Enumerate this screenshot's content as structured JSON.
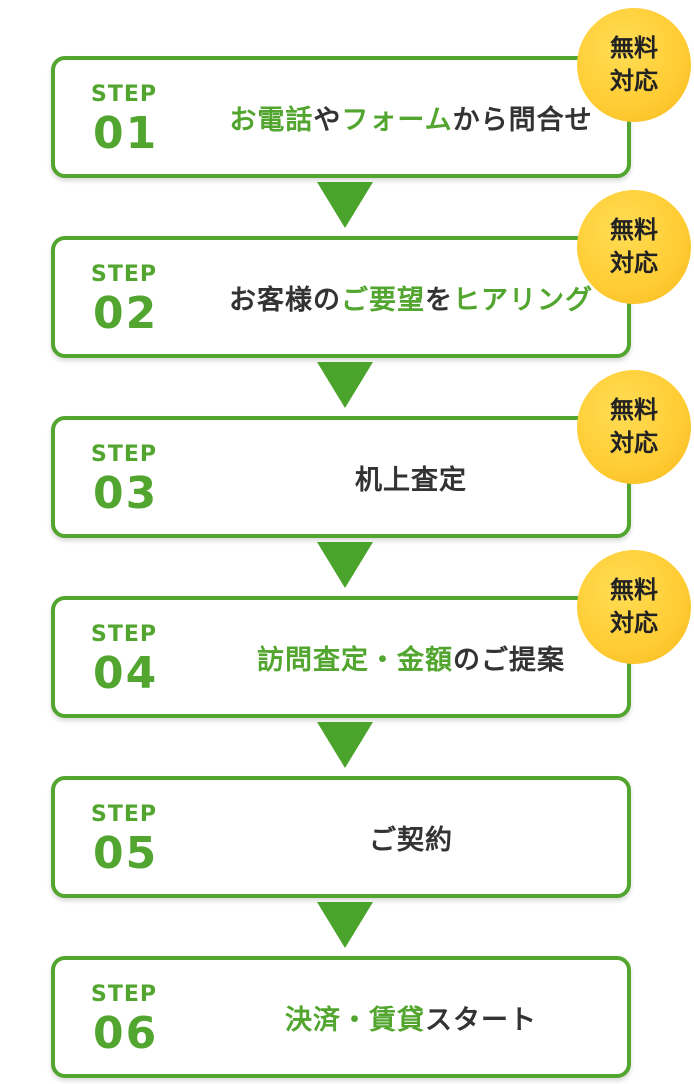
{
  "steps": [
    {
      "label": "STEP",
      "number": "01",
      "text_parts": [
        {
          "t": "お電話",
          "hl": true
        },
        {
          "t": "や",
          "hl": false
        },
        {
          "t": "フォーム",
          "hl": true
        },
        {
          "t": "から問合せ",
          "hl": false
        }
      ],
      "badge": {
        "line1": "無料",
        "line2": "対応"
      }
    },
    {
      "label": "STEP",
      "number": "02",
      "text_parts": [
        {
          "t": "お客様の",
          "hl": false
        },
        {
          "t": "ご要望",
          "hl": true
        },
        {
          "t": "を",
          "hl": false
        },
        {
          "t": "ヒアリング",
          "hl": true
        }
      ],
      "badge": {
        "line1": "無料",
        "line2": "対応"
      }
    },
    {
      "label": "STEP",
      "number": "03",
      "text_parts": [
        {
          "t": "机上査定",
          "hl": false
        }
      ],
      "badge": {
        "line1": "無料",
        "line2": "対応"
      }
    },
    {
      "label": "STEP",
      "number": "04",
      "text_parts": [
        {
          "t": "訪問査定・金額",
          "hl": true
        },
        {
          "t": "のご提案",
          "hl": false
        }
      ],
      "badge": {
        "line1": "無料",
        "line2": "対応"
      }
    },
    {
      "label": "STEP",
      "number": "05",
      "text_parts": [
        {
          "t": "ご契約",
          "hl": false
        }
      ],
      "badge": null
    },
    {
      "label": "STEP",
      "number": "06",
      "text_parts": [
        {
          "t": "決済・賃貸",
          "hl": true
        },
        {
          "t": "スタート",
          "hl": false
        }
      ],
      "badge": null
    }
  ],
  "colors": {
    "accent_green": "#52a52e",
    "arrow_green": "#4aa32a",
    "badge_yellow": "#ffcc33",
    "text_dark": "#333333"
  }
}
